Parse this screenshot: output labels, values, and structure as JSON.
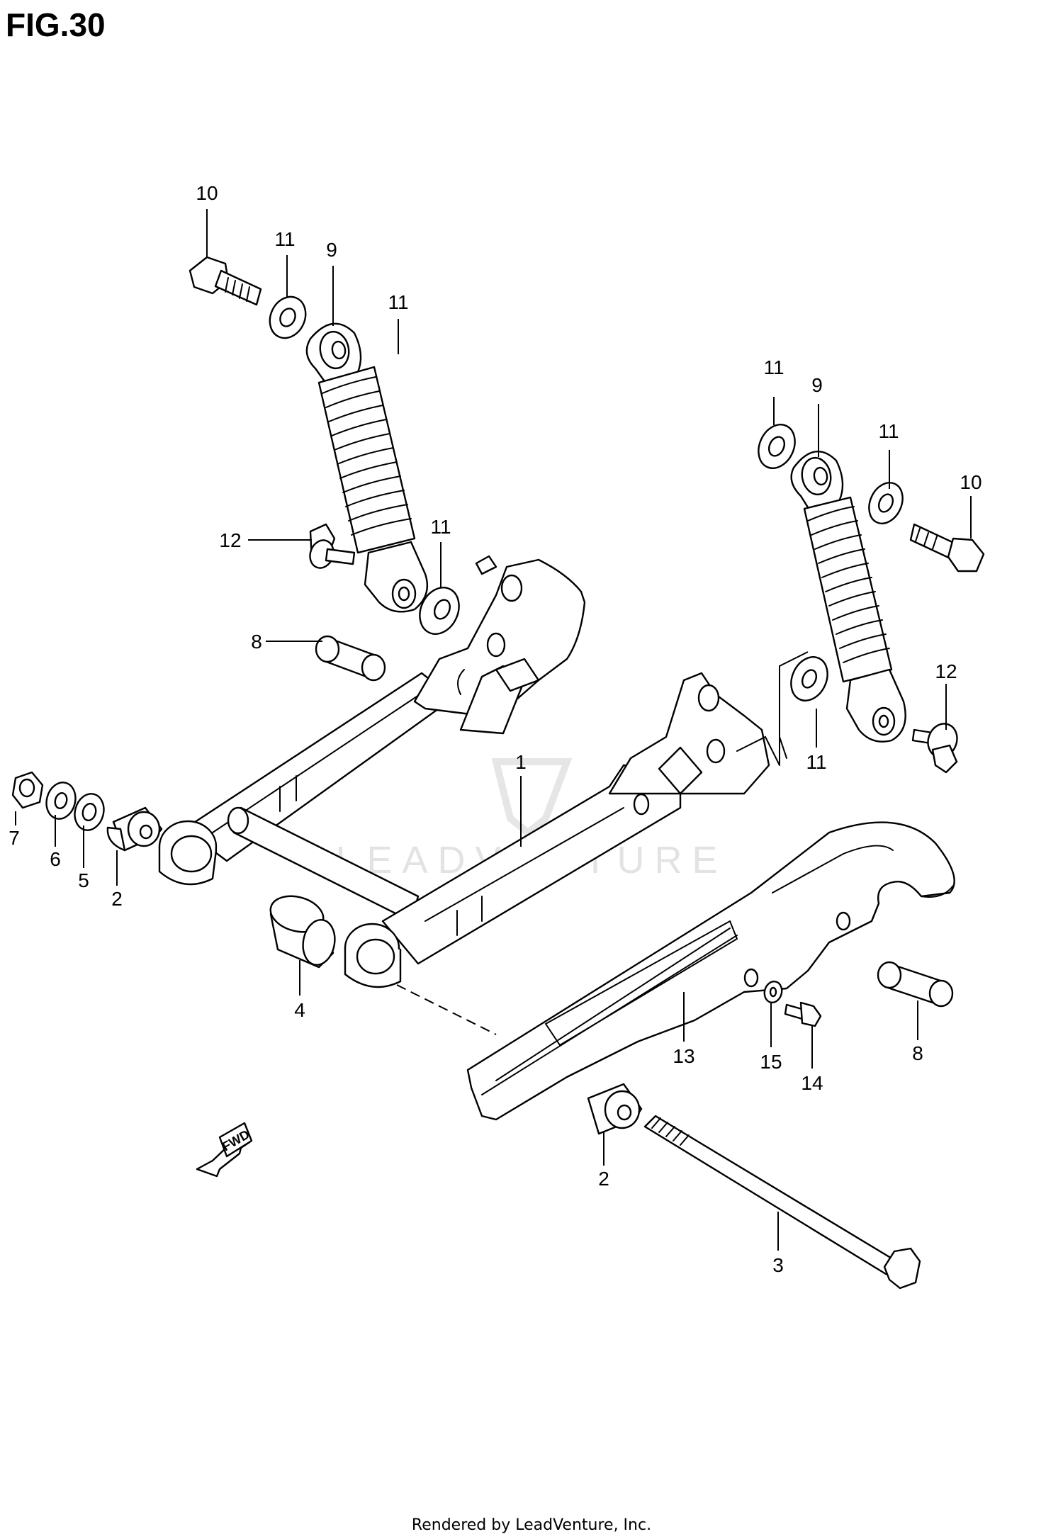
{
  "figure": {
    "title": "FIG.30",
    "footer": "Rendered by LeadVenture, Inc.",
    "watermark": "LEADVENTURE",
    "direction_marker": "FWD"
  },
  "callouts": [
    {
      "id": "c10a",
      "label": "10"
    },
    {
      "id": "c11a",
      "label": "11"
    },
    {
      "id": "c9a",
      "label": "9"
    },
    {
      "id": "c11b",
      "label": "11"
    },
    {
      "id": "c11c",
      "label": "11"
    },
    {
      "id": "c9b",
      "label": "9"
    },
    {
      "id": "c11d",
      "label": "11"
    },
    {
      "id": "c10b",
      "label": "10"
    },
    {
      "id": "c12a",
      "label": "12"
    },
    {
      "id": "c11e",
      "label": "11"
    },
    {
      "id": "c8a",
      "label": "8"
    },
    {
      "id": "c12b",
      "label": "12"
    },
    {
      "id": "c11f",
      "label": "11"
    },
    {
      "id": "c1",
      "label": "1"
    },
    {
      "id": "c7",
      "label": "7"
    },
    {
      "id": "c6",
      "label": "6"
    },
    {
      "id": "c5",
      "label": "5"
    },
    {
      "id": "c2a",
      "label": "2"
    },
    {
      "id": "c4",
      "label": "4"
    },
    {
      "id": "c13",
      "label": "13"
    },
    {
      "id": "c15",
      "label": "15"
    },
    {
      "id": "c14",
      "label": "14"
    },
    {
      "id": "c8b",
      "label": "8"
    },
    {
      "id": "c2b",
      "label": "2"
    },
    {
      "id": "c3",
      "label": "3"
    }
  ]
}
